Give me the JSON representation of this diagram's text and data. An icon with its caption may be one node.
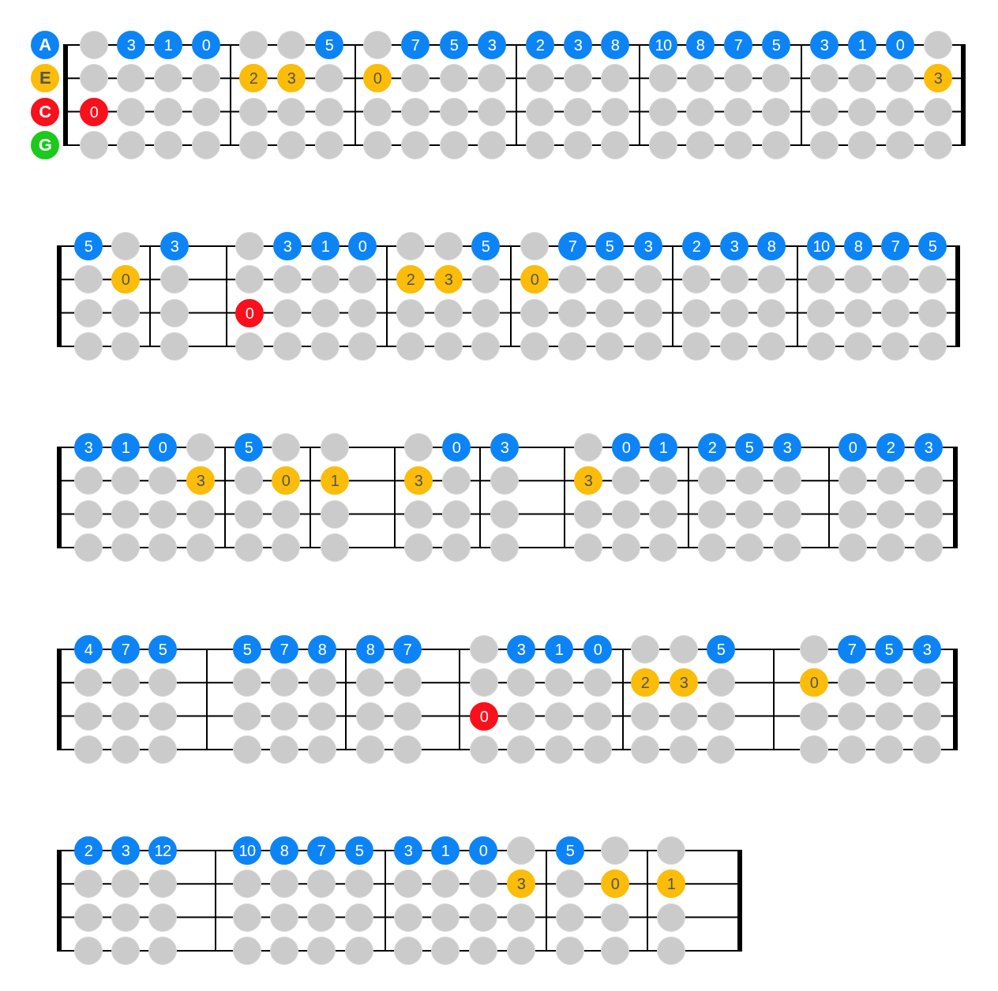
{
  "diagram": {
    "nodes": [
      {
        "text": [
          "A"
        ]
      },
      {
        "text": [],
        "shape": "circle"
      },
      {
        "text": [
          "3"
        ]
      },
      {
        "text": [
          "1"
        ]
      },
      {
        "text": [
          "0"
        ]
      },
      {
        "text": [],
        "shape": "circle"
      },
      {
        "text": [],
        "shape": "circle"
      },
      {
        "text": [
          "5"
        ]
      },
      {
        "text": [],
        "shape": "circle"
      },
      {
        "text": [
          "7"
        ]
      },
      {
        "text": [
          "5"
        ]
      },
      {
        "text": [
          "3"
        ]
      },
      {
        "text": [
          "2"
        ]
      },
      {
        "text": [
          "3"
        ]
      },
      {
        "text": [
          "8"
        ]
      },
      {
        "text": [
          "10"
        ]
      },
      {
        "text": [
          "8"
        ]
      },
      {
        "text": [
          "7"
        ]
      },
      {
        "text": [
          "5"
        ]
      },
      {
        "text": [
          "3"
        ]
      },
      {
        "text": [
          "1"
        ]
      },
      {
        "text": [
          "0"
        ]
      },
      {
        "text": [],
        "shape": "circle"
      },
      {
        "text": [
          "E"
        ]
      },
      {
        "text": [],
        "shape": "circle"
      },
      {
        "text": [],
        "shape": "circle"
      },
      {
        "text": [],
        "shape": "circle"
      },
      {
        "text": [],
        "shape": "circle"
      },
      {
        "text": [
          "2"
        ]
      },
      {
        "text": [
          "3"
        ]
      },
      {
        "text": [],
        "shape": "circle"
      },
      {
        "text": [
          "0"
        ]
      },
      {
        "text": [],
        "shape": "circle"
      },
      {
        "text": [],
        "shape": "circle"
      },
      {
        "text": [],
        "shape": "circle"
      },
      {
        "text": [],
        "shape": "circle"
      },
      {
        "text": [],
        "shape": "circle"
      },
      {
        "text": [],
        "shape": "circle"
      },
      {
        "text": [],
        "shape": "circle"
      },
      {
        "text": [],
        "shape": "circle"
      },
      {
        "text": [],
        "shape": "circle"
      },
      {
        "text": [],
        "shape": "circle"
      },
      {
        "text": [],
        "shape": "circle"
      },
      {
        "text": [],
        "shape": "circle"
      },
      {
        "text": [],
        "shape": "circle"
      },
      {
        "text": [
          "3"
        ]
      },
      {
        "text": [
          "C"
        ]
      },
      {
        "text": [
          "0"
        ]
      },
      {
        "text": [],
        "shape": "circle"
      },
      {
        "text": [],
        "shape": "circle"
      },
      {
        "text": [],
        "shape": "circle"
      },
      {
        "text": [],
        "shape": "circle"
      },
      {
        "text": [],
        "shape": "circle"
      },
      {
        "text": [],
        "shape": "circle"
      },
      {
        "text": [],
        "shape": "circle"
      },
      {
        "text": [],
        "shape": "circle"
      },
      {
        "text": [],
        "shape": "circle"
      },
      {
        "text": [],
        "shape": "circle"
      },
      {
        "text": [],
        "shape": "circle"
      },
      {
        "text": [],
        "shape": "circle"
      },
      {
        "text": [],
        "shape": "circle"
      },
      {
        "text": [],
        "shape": "circle"
      },
      {
        "text": [],
        "shape": "circle"
      },
      {
        "text": [],
        "shape": "circle"
      },
      {
        "text": [],
        "shape": "circle"
      },
      {
        "text": [],
        "shape": "circle"
      },
      {
        "text": [],
        "shape": "circle"
      },
      {
        "text": [],
        "shape": "circle"
      },
      {
        "text": [],
        "shape": "circle"
      },
      {
        "text": [
          "G"
        ]
      },
      {
        "text": [],
        "shape": "circle"
      },
      {
        "text": [],
        "shape": "circle"
      },
      {
        "text": [],
        "shape": "circle"
      },
      {
        "text": [],
        "shape": "circle"
      },
      {
        "text": [],
        "shape": "circle"
      },
      {
        "text": [],
        "shape": "circle"
      },
      {
        "text": [],
        "shape": "circle"
      },
      {
        "text": [],
        "shape": "circle"
      },
      {
        "text": [],
        "shape": "circle"
      },
      {
        "text": [],
        "shape": "circle"
      },
      {
        "text": [],
        "shape": "circle"
      },
      {
        "text": [],
        "shape": "circle"
      },
      {
        "text": [],
        "shape": "circle"
      },
      {
        "text": [],
        "shape": "circle"
      },
      {
        "text": [],
        "shape": "circle"
      },
      {
        "text": [],
        "shape": "circle"
      },
      {
        "text": [],
        "shape": "circle"
      },
      {
        "text": [],
        "shape": "circle"
      },
      {
        "text": [],
        "shape": "circle"
      },
      {
        "text": [],
        "shape": "circle"
      },
      {
        "text": [],
        "shape": "circle"
      },
      {
        "text": [],
        "shape": "circle"
      },
      {
        "text": [
          "5"
        ]
      },
      {
        "text": [],
        "shape": "circle"
      },
      {
        "text": [
          "3"
        ]
      },
      {
        "text": [],
        "shape": "circle"
      },
      {
        "text": [
          "3"
        ]
      },
      {
        "text": [
          "1"
        ]
      },
      {
        "text": [
          "0"
        ]
      },
      {
        "text": [],
        "shape": "circle"
      },
      {
        "text": [],
        "shape": "circle"
      },
      {
        "text": [
          "5"
        ]
      },
      {
        "text": [],
        "shape": "circle"
      },
      {
        "text": [
          "7"
        ]
      },
      {
        "text": [
          "5"
        ]
      },
      {
        "text": [
          "3"
        ]
      },
      {
        "text": [
          "2"
        ]
      },
      {
        "text": [
          "3"
        ]
      },
      {
        "text": [
          "8"
        ]
      },
      {
        "text": [
          "10"
        ]
      },
      {
        "text": [
          "8"
        ]
      },
      {
        "text": [
          "7"
        ]
      },
      {
        "text": [
          "5"
        ]
      },
      {
        "text": [],
        "shape": "circle"
      },
      {
        "text": [
          "0"
        ]
      },
      {
        "text": [],
        "shape": "circle"
      },
      {
        "text": [],
        "shape": "circle"
      },
      {
        "text": [],
        "shape": "circle"
      },
      {
        "text": [],
        "shape": "circle"
      },
      {
        "text": [],
        "shape": "circle"
      },
      {
        "text": [
          "2"
        ]
      },
      {
        "text": [
          "3"
        ]
      },
      {
        "text": [],
        "shape": "circle"
      },
      {
        "text": [
          "0"
        ]
      },
      {
        "text": [],
        "shape": "circle"
      },
      {
        "text": [],
        "shape": "circle"
      },
      {
        "text": [],
        "shape": "circle"
      },
      {
        "text": [],
        "shape": "circle"
      },
      {
        "text": [],
        "shape": "circle"
      },
      {
        "text": [],
        "shape": "circle"
      },
      {
        "text": [],
        "shape": "circle"
      },
      {
        "text": [],
        "shape": "circle"
      },
      {
        "text": [],
        "shape": "circle"
      },
      {
        "text": [],
        "shape": "circle"
      },
      {
        "text": [],
        "shape": "circle"
      },
      {
        "text": [],
        "shape": "circle"
      },
      {
        "text": [],
        "shape": "circle"
      },
      {
        "text": [
          "0"
        ]
      },
      {
        "text": [],
        "shape": "circle"
      },
      {
        "text": [],
        "shape": "circle"
      },
      {
        "text": [],
        "shape": "circle"
      },
      {
        "text": [],
        "shape": "circle"
      },
      {
        "text": [],
        "shape": "circle"
      },
      {
        "text": [],
        "shape": "circle"
      },
      {
        "text": [],
        "shape": "circle"
      },
      {
        "text": [],
        "shape": "circle"
      },
      {
        "text": [],
        "shape": "circle"
      },
      {
        "text": [],
        "shape": "circle"
      },
      {
        "text": [],
        "shape": "circle"
      },
      {
        "text": [],
        "shape": "circle"
      },
      {
        "text": [],
        "shape": "circle"
      },
      {
        "text": [],
        "shape": "circle"
      },
      {
        "text": [],
        "shape": "circle"
      },
      {
        "text": [],
        "shape": "circle"
      },
      {
        "text": [],
        "shape": "circle"
      },
      {
        "text": [],
        "shape": "circle"
      },
      {
        "text": [],
        "shape": "circle"
      },
      {
        "text": [],
        "shape": "circle"
      },
      {
        "text": [],
        "shape": "circle"
      },
      {
        "text": [],
        "shape": "circle"
      },
      {
        "text": [],
        "shape": "circle"
      },
      {
        "text": [],
        "shape": "circle"
      },
      {
        "text": [],
        "shape": "circle"
      },
      {
        "text": [],
        "shape": "circle"
      },
      {
        "text": [],
        "shape": "circle"
      },
      {
        "text": [],
        "shape": "circle"
      },
      {
        "text": [],
        "shape": "circle"
      },
      {
        "text": [],
        "shape": "circle"
      },
      {
        "text": [],
        "shape": "circle"
      },
      {
        "text": [],
        "shape": "circle"
      },
      {
        "text": [],
        "shape": "circle"
      },
      {
        "text": [],
        "shape": "circle"
      },
      {
        "text": [],
        "shape": "circle"
      },
      {
        "text": [],
        "shape": "circle"
      },
      {
        "text": [],
        "shape": "circle"
      },
      {
        "text": [],
        "shape": "circle"
      },
      {
        "text": [
          "3"
        ]
      },
      {
        "text": [
          "1"
        ]
      },
      {
        "text": [
          "0"
        ]
      },
      {
        "text": [],
        "shape": "circle"
      },
      {
        "text": [
          "5"
        ]
      },
      {
        "text": [],
        "shape": "circle"
      },
      {
        "text": [],
        "shape": "circle"
      },
      {
        "text": [],
        "shape": "circle"
      },
      {
        "text": [
          "0"
        ]
      },
      {
        "text": [
          "3"
        ]
      },
      {
        "text": [],
        "shape": "circle"
      },
      {
        "text": [
          "0"
        ]
      },
      {
        "text": [
          "1"
        ]
      },
      {
        "text": [
          "2"
        ]
      },
      {
        "text": [
          "5"
        ]
      },
      {
        "text": [
          "3"
        ]
      },
      {
        "text": [
          "0"
        ]
      },
      {
        "text": [
          "2"
        ]
      },
      {
        "text": [
          "3"
        ]
      },
      {
        "text": [],
        "shape": "circle"
      },
      {
        "text": [],
        "shape": "circle"
      },
      {
        "text": [],
        "shape": "circle"
      },
      {
        "text": [
          "3"
        ]
      },
      {
        "text": [],
        "shape": "circle"
      },
      {
        "text": [
          "0"
        ]
      },
      {
        "text": [
          "1"
        ]
      },
      {
        "text": [
          "3"
        ]
      },
      {
        "text": [],
        "shape": "circle"
      },
      {
        "text": [],
        "shape": "circle"
      },
      {
        "text": [
          "3"
        ]
      },
      {
        "text": [],
        "shape": "circle"
      },
      {
        "text": [],
        "shape": "circle"
      },
      {
        "text": [],
        "shape": "circle"
      },
      {
        "text": [],
        "shape": "circle"
      },
      {
        "text": [],
        "shape": "circle"
      },
      {
        "text": [],
        "shape": "circle"
      },
      {
        "text": [],
        "shape": "circle"
      },
      {
        "text": [],
        "shape": "circle"
      },
      {
        "text": [],
        "shape": "circle"
      },
      {
        "text": [],
        "shape": "circle"
      },
      {
        "text": [],
        "shape": "circle"
      },
      {
        "text": [],
        "shape": "circle"
      },
      {
        "text": [],
        "shape": "circle"
      },
      {
        "text": [],
        "shape": "circle"
      },
      {
        "text": [],
        "shape": "circle"
      },
      {
        "text": [],
        "shape": "circle"
      },
      {
        "text": [],
        "shape": "circle"
      },
      {
        "text": [],
        "shape": "circle"
      },
      {
        "text": [],
        "shape": "circle"
      },
      {
        "text": [],
        "shape": "circle"
      },
      {
        "text": [],
        "shape": "circle"
      },
      {
        "text": [],
        "shape": "circle"
      },
      {
        "text": [],
        "shape": "circle"
      },
      {
        "text": [],
        "shape": "circle"
      },
      {
        "text": [],
        "shape": "circle"
      },
      {
        "text": [],
        "shape": "circle"
      },
      {
        "text": [],
        "shape": "circle"
      },
      {
        "text": [],
        "shape": "circle"
      },
      {
        "text": [],
        "shape": "circle"
      },
      {
        "text": [],
        "shape": "circle"
      },
      {
        "text": [],
        "shape": "circle"
      },
      {
        "text": [],
        "shape": "circle"
      },
      {
        "text": [],
        "shape": "circle"
      },
      {
        "text": [],
        "shape": "circle"
      },
      {
        "text": [],
        "shape": "circle"
      },
      {
        "text": [],
        "shape": "circle"
      },
      {
        "text": [],
        "shape": "circle"
      },
      {
        "text": [],
        "shape": "circle"
      },
      {
        "text": [],
        "shape": "circle"
      },
      {
        "text": [],
        "shape": "circle"
      },
      {
        "text": [],
        "shape": "circle"
      },
      {
        "text": [],
        "shape": "circle"
      },
      {
        "text": [],
        "shape": "circle"
      },
      {
        "text": [],
        "shape": "circle"
      },
      {
        "text": [],
        "shape": "circle"
      },
      {
        "text": [],
        "shape": "circle"
      },
      {
        "text": [
          "4"
        ]
      },
      {
        "text": [
          "7"
        ]
      },
      {
        "text": [
          "5"
        ]
      },
      {
        "text": [
          "5"
        ]
      },
      {
        "text": [
          "7"
        ]
      },
      {
        "text": [
          "8"
        ]
      },
      {
        "text": [
          "8"
        ]
      },
      {
        "text": [
          "7"
        ]
      },
      {
        "text": [],
        "shape": "circle"
      },
      {
        "text": [
          "3"
        ]
      },
      {
        "text": [
          "1"
        ]
      },
      {
        "text": [
          "0"
        ]
      },
      {
        "text": [],
        "shape": "circle"
      },
      {
        "text": [],
        "shape": "circle"
      },
      {
        "text": [
          "5"
        ]
      },
      {
        "text": [],
        "shape": "circle"
      },
      {
        "text": [
          "7"
        ]
      },
      {
        "text": [
          "5"
        ]
      },
      {
        "text": [
          "3"
        ]
      },
      {
        "text": [],
        "shape": "circle"
      },
      {
        "text": [],
        "shape": "circle"
      },
      {
        "text": [],
        "shape": "circle"
      },
      {
        "text": [],
        "shape": "circle"
      },
      {
        "text": [],
        "shape": "circle"
      },
      {
        "text": [],
        "shape": "circle"
      },
      {
        "text": [],
        "shape": "circle"
      },
      {
        "text": [],
        "shape": "circle"
      },
      {
        "text": [],
        "shape": "circle"
      },
      {
        "text": [],
        "shape": "circle"
      },
      {
        "text": [],
        "shape": "circle"
      },
      {
        "text": [],
        "shape": "circle"
      },
      {
        "text": [
          "2"
        ]
      },
      {
        "text": [
          "3"
        ]
      },
      {
        "text": [],
        "shape": "circle"
      },
      {
        "text": [
          "0"
        ]
      },
      {
        "text": [],
        "shape": "circle"
      },
      {
        "text": [],
        "shape": "circle"
      },
      {
        "text": [],
        "shape": "circle"
      },
      {
        "text": [],
        "shape": "circle"
      },
      {
        "text": [],
        "shape": "circle"
      },
      {
        "text": [],
        "shape": "circle"
      },
      {
        "text": [],
        "shape": "circle"
      },
      {
        "text": [],
        "shape": "circle"
      },
      {
        "text": [],
        "shape": "circle"
      },
      {
        "text": [],
        "shape": "circle"
      },
      {
        "text": [],
        "shape": "circle"
      },
      {
        "text": [
          "0"
        ]
      },
      {
        "text": [],
        "shape": "circle"
      },
      {
        "text": [],
        "shape": "circle"
      },
      {
        "text": [],
        "shape": "circle"
      },
      {
        "text": [],
        "shape": "circle"
      },
      {
        "text": [],
        "shape": "circle"
      },
      {
        "text": [],
        "shape": "circle"
      },
      {
        "text": [],
        "shape": "circle"
      },
      {
        "text": [],
        "shape": "circle"
      },
      {
        "text": [],
        "shape": "circle"
      },
      {
        "text": [],
        "shape": "circle"
      },
      {
        "text": [],
        "shape": "circle"
      },
      {
        "text": [],
        "shape": "circle"
      },
      {
        "text": [],
        "shape": "circle"
      },
      {
        "text": [],
        "shape": "circle"
      },
      {
        "text": [],
        "shape": "circle"
      },
      {
        "text": [],
        "shape": "circle"
      },
      {
        "text": [],
        "shape": "circle"
      },
      {
        "text": [],
        "shape": "circle"
      },
      {
        "text": [],
        "shape": "circle"
      },
      {
        "text": [],
        "shape": "circle"
      },
      {
        "text": [],
        "shape": "circle"
      },
      {
        "text": [],
        "shape": "circle"
      },
      {
        "text": [],
        "shape": "circle"
      },
      {
        "text": [],
        "shape": "circle"
      },
      {
        "text": [],
        "shape": "circle"
      },
      {
        "text": [],
        "shape": "circle"
      },
      {
        "text": [],
        "shape": "circle"
      },
      {
        "text": [],
        "shape": "circle"
      },
      {
        "text": [],
        "shape": "circle"
      },
      {
        "text": [
          "2"
        ]
      },
      {
        "text": [
          "3"
        ]
      },
      {
        "text": [
          "12"
        ]
      },
      {
        "text": [
          "10"
        ]
      },
      {
        "text": [
          "8"
        ]
      },
      {
        "text": [
          "7"
        ]
      },
      {
        "text": [
          "5"
        ]
      },
      {
        "text": [
          "3"
        ]
      },
      {
        "text": [
          "1"
        ]
      },
      {
        "text": [
          "0"
        ]
      },
      {
        "text": [],
        "shape": "circle"
      },
      {
        "text": [
          "5"
        ]
      },
      {
        "text": [],
        "shape": "circle"
      },
      {
        "text": [],
        "shape": "circle"
      },
      {
        "text": [],
        "shape": "circle"
      },
      {
        "text": [],
        "shape": "circle"
      },
      {
        "text": [],
        "shape": "circle"
      },
      {
        "text": [],
        "shape": "circle"
      },
      {
        "text": [],
        "shape": "circle"
      },
      {
        "text": [],
        "shape": "circle"
      },
      {
        "text": [],
        "shape": "circle"
      },
      {
        "text": [],
        "shape": "circle"
      },
      {
        "text": [],
        "shape": "circle"
      },
      {
        "text": [],
        "shape": "circle"
      },
      {
        "text": [
          "3"
        ]
      },
      {
        "text": [],
        "shape": "circle"
      },
      {
        "text": [
          "0"
        ]
      },
      {
        "text": [
          "1"
        ]
      },
      {
        "text": [],
        "shape": "circle"
      },
      {
        "text": [],
        "shape": "circle"
      },
      {
        "text": [],
        "shape": "circle"
      },
      {
        "text": [],
        "shape": "circle"
      },
      {
        "text": [],
        "shape": "circle"
      },
      {
        "text": [],
        "shape": "circle"
      },
      {
        "text": [],
        "shape": "circle"
      },
      {
        "text": [],
        "shape": "circle"
      },
      {
        "text": [],
        "shape": "circle"
      },
      {
        "text": [],
        "shape": "circle"
      },
      {
        "text": [],
        "shape": "circle"
      },
      {
        "text": [],
        "shape": "circle"
      },
      {
        "text": [],
        "shape": "circle"
      },
      {
        "text": [],
        "shape": "circle"
      },
      {
        "text": [],
        "shape": "circle"
      },
      {
        "text": [],
        "shape": "circle"
      },
      {
        "text": [],
        "shape": "circle"
      },
      {
        "text": [],
        "shape": "circle"
      },
      {
        "text": [],
        "shape": "circle"
      },
      {
        "text": [],
        "shape": "circle"
      },
      {
        "text": [],
        "shape": "circle"
      },
      {
        "text": [],
        "shape": "circle"
      },
      {
        "text": [],
        "shape": "circle"
      },
      {
        "text": [],
        "shape": "circle"
      },
      {
        "text": [],
        "shape": "circle"
      },
      {
        "text": [],
        "shape": "circle"
      },
      {
        "text": [],
        "shape": "circle"
      },
      {
        "text": [],
        "shape": "circle"
      }
    ]
  }
}
